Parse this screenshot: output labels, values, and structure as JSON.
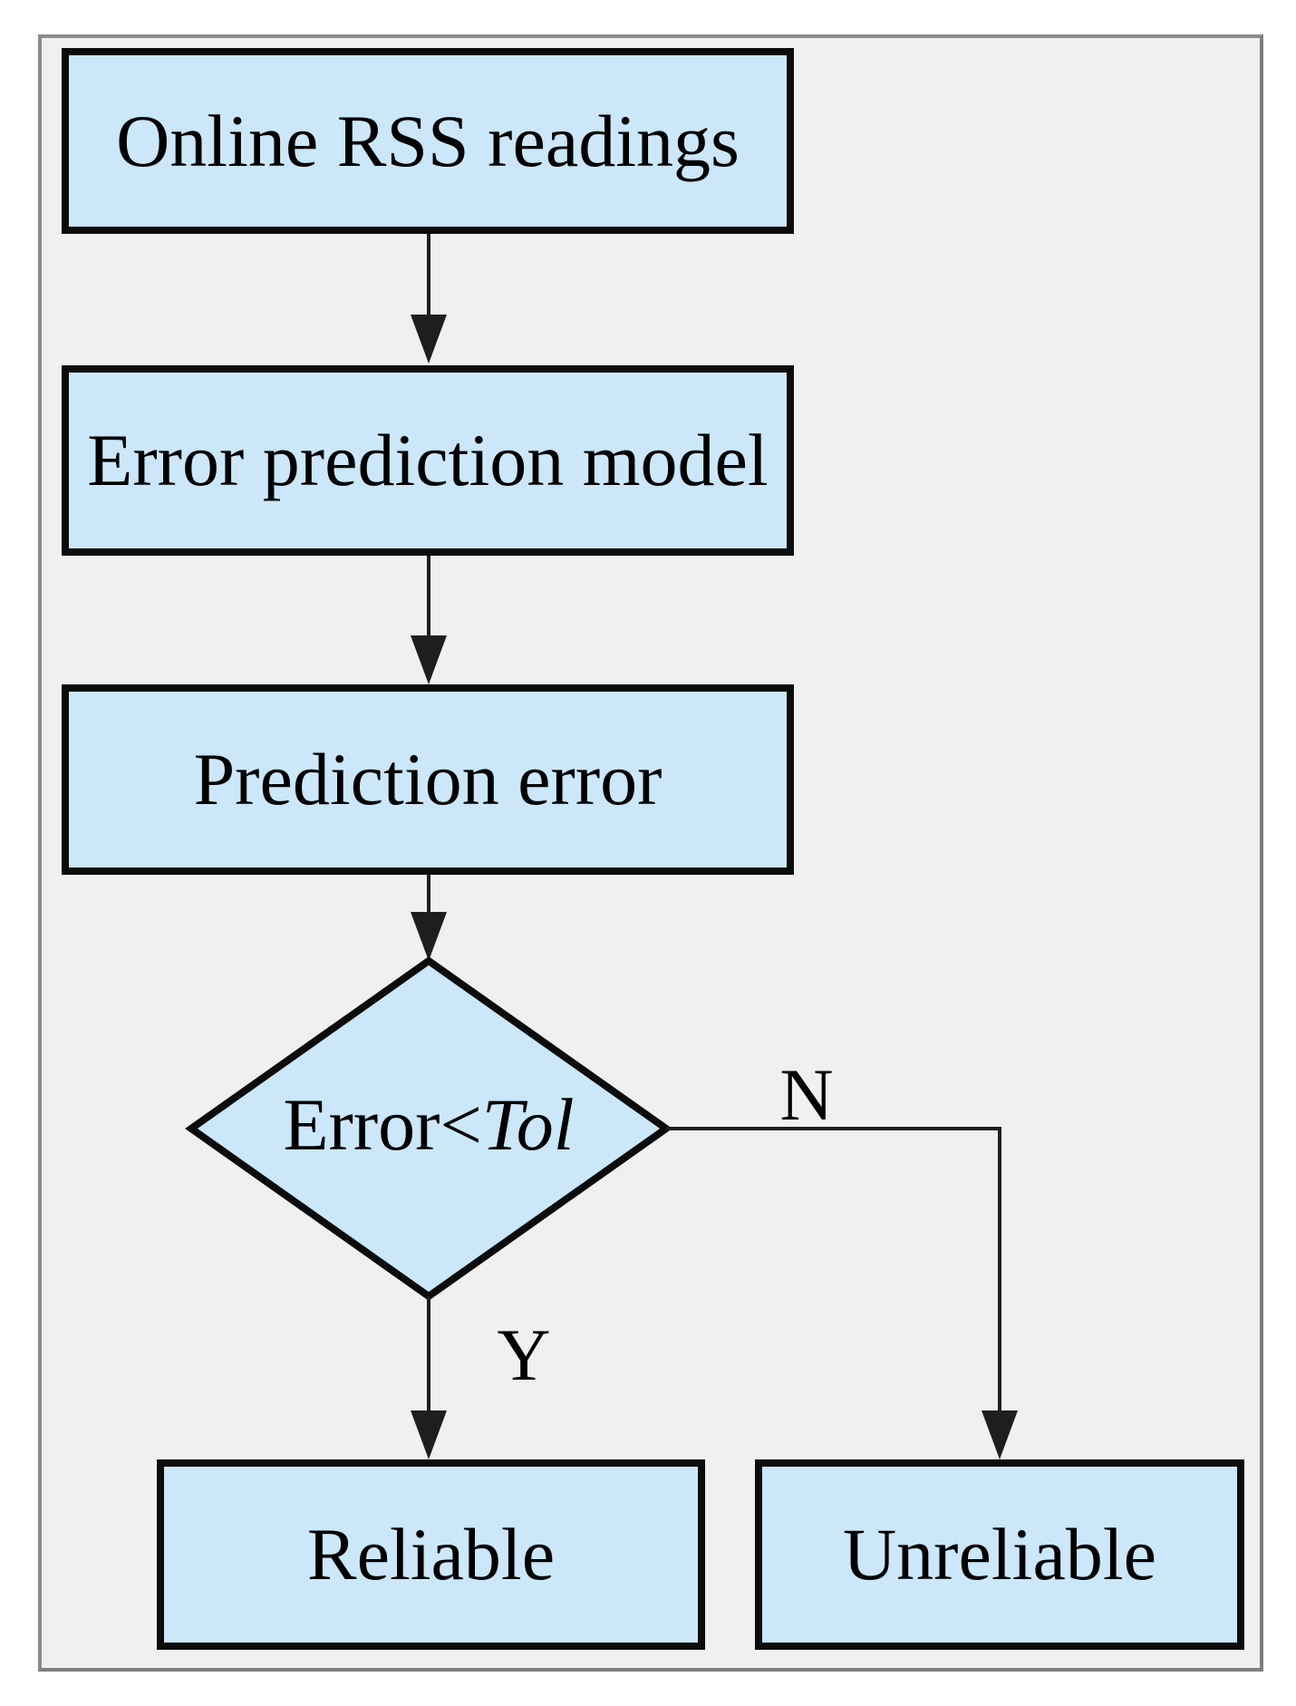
{
  "nodes": {
    "online_rss": {
      "label": "Online RSS readings"
    },
    "error_model": {
      "label": "Error prediction model"
    },
    "prediction_error": {
      "label": "Prediction error"
    },
    "decision": {
      "label_prefix": "Error<",
      "label_italic": "Tol"
    },
    "reliable": {
      "label": "Reliable"
    },
    "unreliable": {
      "label": "Unreliable"
    }
  },
  "edges": {
    "yes": "Y",
    "no": "N"
  },
  "colors": {
    "node_fill": "#cbe7f9",
    "node_border": "#0c0c0c",
    "connector": "#1e1e1e",
    "frame_bg": "#f0f0f1",
    "frame_border": "#8c8c8c",
    "canvas_bg": "#ffffff",
    "text": "#000000"
  }
}
